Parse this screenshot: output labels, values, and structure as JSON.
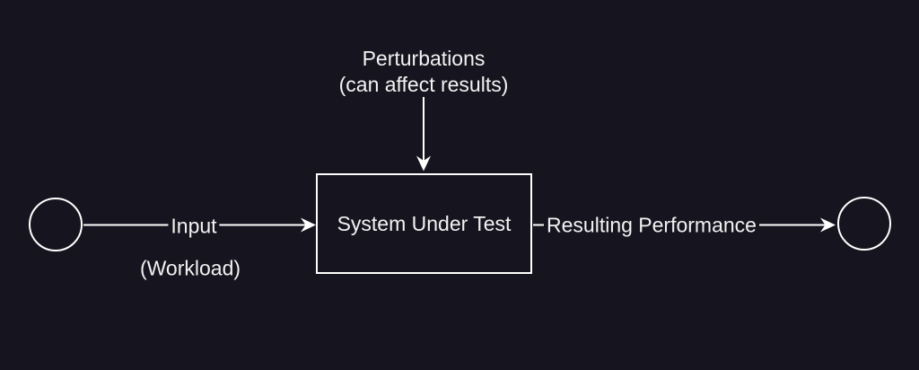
{
  "canvas": {
    "background_color": "#16151f",
    "stroke_color": "#ffffff",
    "text_color": "#f2f2f2"
  },
  "nodes": {
    "system_under_test": {
      "label": "System Under Test"
    },
    "start": {
      "shape": "circle"
    },
    "end": {
      "shape": "circle"
    }
  },
  "edges": {
    "input": {
      "label": "Input",
      "sublabel": "(Workload)"
    },
    "perturbations": {
      "line1": "Perturbations",
      "line2": "(can affect results)"
    },
    "output": {
      "label": "Resulting Performance"
    }
  }
}
